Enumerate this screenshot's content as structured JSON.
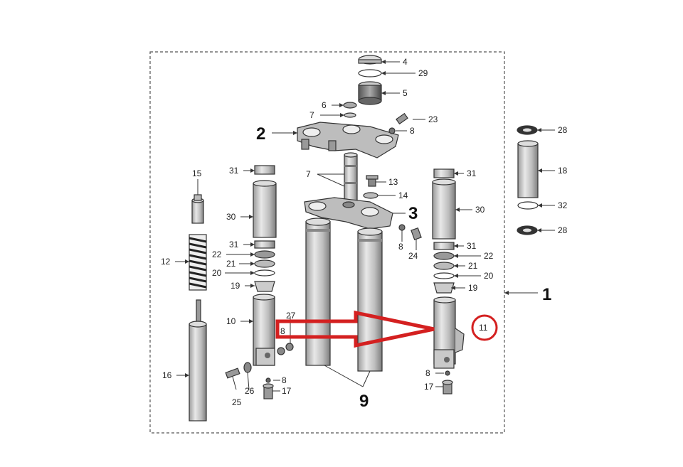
{
  "diagram": {
    "labels": {
      "n1": "1",
      "n2": "2",
      "n3": "3",
      "n4": "4",
      "n5": "5",
      "n6": "6",
      "n7a": "7",
      "n7b": "7",
      "n8a": "8",
      "n8b": "8",
      "n8c": "8",
      "n8d": "8",
      "n8e": "8",
      "n9": "9",
      "n10": "10",
      "n11": "11",
      "n12": "12",
      "n13": "13",
      "n14": "14",
      "n15": "15",
      "n16": "16",
      "n17a": "17",
      "n17b": "17",
      "n18": "18",
      "n19a": "19",
      "n19b": "19",
      "n20a": "20",
      "n20b": "20",
      "n21a": "21",
      "n21b": "21",
      "n22a": "22",
      "n22b": "22",
      "n23": "23",
      "n24": "24",
      "n25": "25",
      "n26": "26",
      "n27": "27",
      "n28a": "28",
      "n28b": "28",
      "n29": "29",
      "n30a": "30",
      "n30b": "30",
      "n31a": "31",
      "n31b": "31",
      "n31c": "31",
      "n31d": "31",
      "n32": "32"
    },
    "highlight_color": "#d42020",
    "line_color": "#333333"
  }
}
